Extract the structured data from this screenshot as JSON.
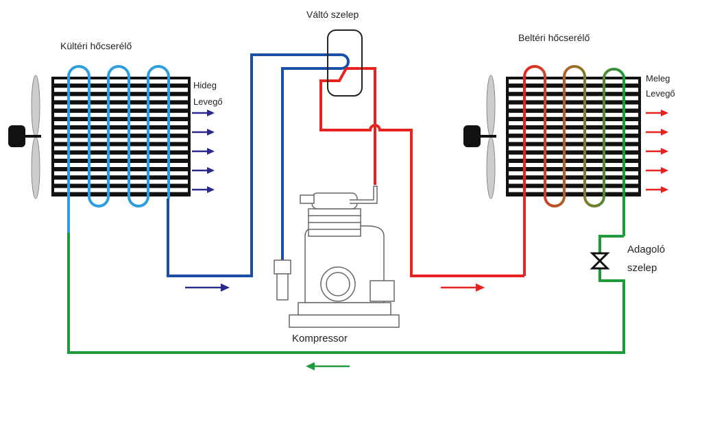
{
  "labels": {
    "outdoor_exchanger": "Kültéri hőcserélő",
    "reversing_valve": "Váltó szelep",
    "indoor_exchanger": "Beltéri hőcserélő",
    "cold_air_line1": "Hideg",
    "cold_air_line2": "Levegő",
    "warm_air_line1": "Meleg",
    "warm_air_line2": "Levegő",
    "expansion_valve_line1": "Adagoló",
    "expansion_valve_line2": "szelep",
    "compressor": "Kompressor"
  },
  "colors": {
    "cold_pipe": "#1a4fa8",
    "light_blue_pipe": "#2a9ee0",
    "hot_pipe": "#e8231f",
    "liquid_pipe": "#1e9a3a",
    "cold_air_arrow": "#2a2a8a",
    "warm_air_arrow": "#e8231f"
  }
}
